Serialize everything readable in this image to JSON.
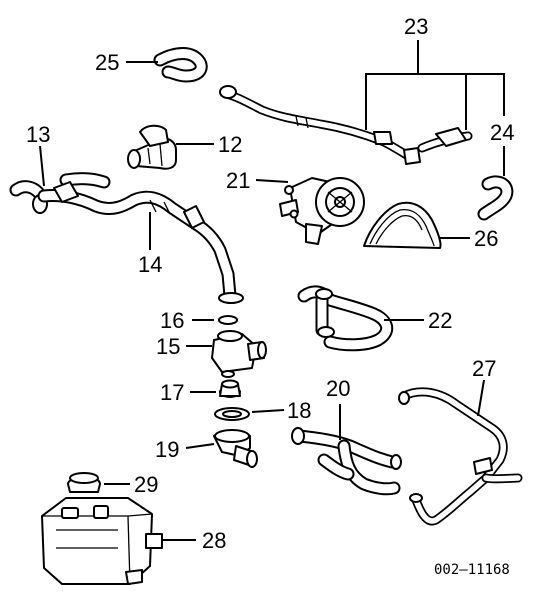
{
  "diagram": {
    "callouts": {
      "c12": "12",
      "c13": "13",
      "c14": "14",
      "c15": "15",
      "c16": "16",
      "c17": "17",
      "c18": "18",
      "c19": "19",
      "c20": "20",
      "c21": "21",
      "c22": "22",
      "c23": "23",
      "c24": "24",
      "c25": "25",
      "c26": "26",
      "c27": "27",
      "c28": "28",
      "c29": "29"
    },
    "reference_code": "002–11168"
  }
}
